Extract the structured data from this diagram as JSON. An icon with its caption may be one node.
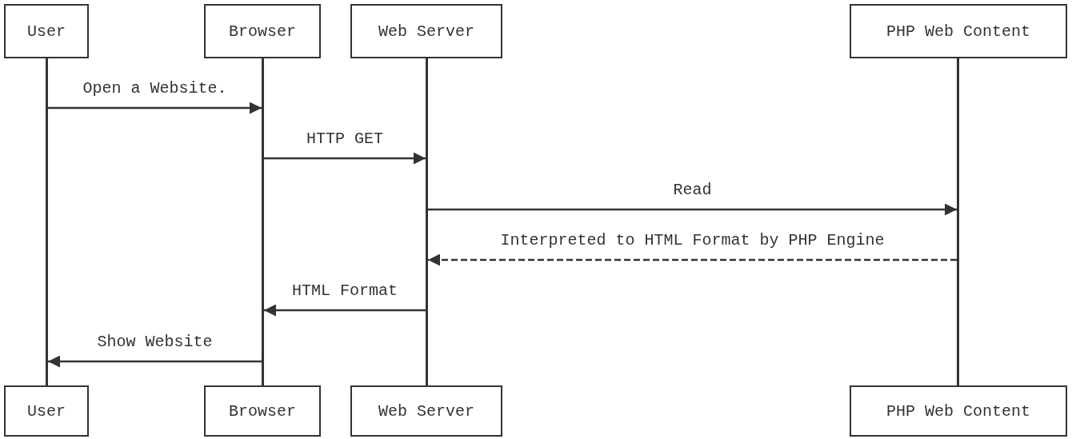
{
  "diagram": {
    "nodes": [
      {
        "text": [
          "User"
        ]
      },
      {
        "text": [
          "Browser"
        ]
      },
      {
        "text": [
          "Web Server"
        ]
      },
      {
        "text": [
          "PHP Web Content"
        ]
      },
      {
        "text": [
          "User"
        ]
      },
      {
        "text": [
          "Browser"
        ]
      },
      {
        "text": [
          "Web Server"
        ]
      },
      {
        "text": [
          "PHP Web Content"
        ]
      },
      {
        "text": [],
        "shape": "bar"
      },
      {
        "text": [],
        "shape": "bar"
      },
      {
        "text": [],
        "shape": "bar"
      },
      {
        "text": [],
        "shape": "bar"
      }
    ],
    "edges": [
      {
        "from": 8,
        "to": 9,
        "arrow": "to",
        "label": "Open a Website."
      },
      {
        "from": 9,
        "to": 10,
        "arrow": "to",
        "label": "HTTP GET"
      },
      {
        "from": 10,
        "to": 11,
        "arrow": "to",
        "label": "Read"
      },
      {
        "from": 11,
        "to": 10,
        "arrow": "to",
        "label": "Interpreted to HTML Format by PHP Engine",
        "style": "dashed"
      },
      {
        "from": 10,
        "to": 9,
        "arrow": "to",
        "label": "HTML Format"
      },
      {
        "from": 9,
        "to": 8,
        "arrow": "to",
        "label": "Show Website"
      }
    ]
  }
}
